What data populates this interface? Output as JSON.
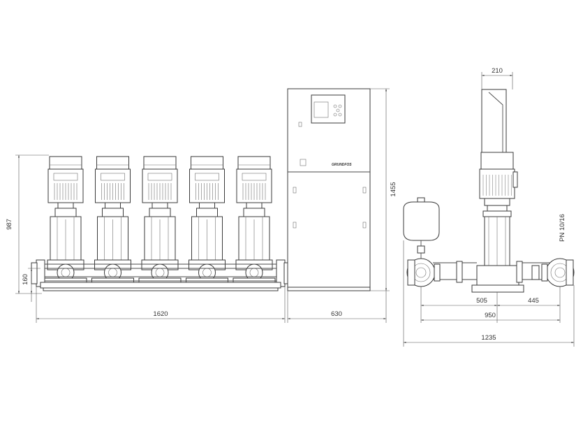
{
  "drawing": {
    "dimensions": {
      "total_height": "1455",
      "pump_height": "987",
      "manifold_height": "160",
      "manifold_length": "1620",
      "cabinet_width": "630",
      "top_width": "210",
      "left_offset": "505",
      "right_offset": "445",
      "flange_width": "950",
      "overall_depth": "1235"
    },
    "pressure_rating": "PN 10/16",
    "brand_mark": "GRUNDFOS",
    "pump_count": 5
  }
}
